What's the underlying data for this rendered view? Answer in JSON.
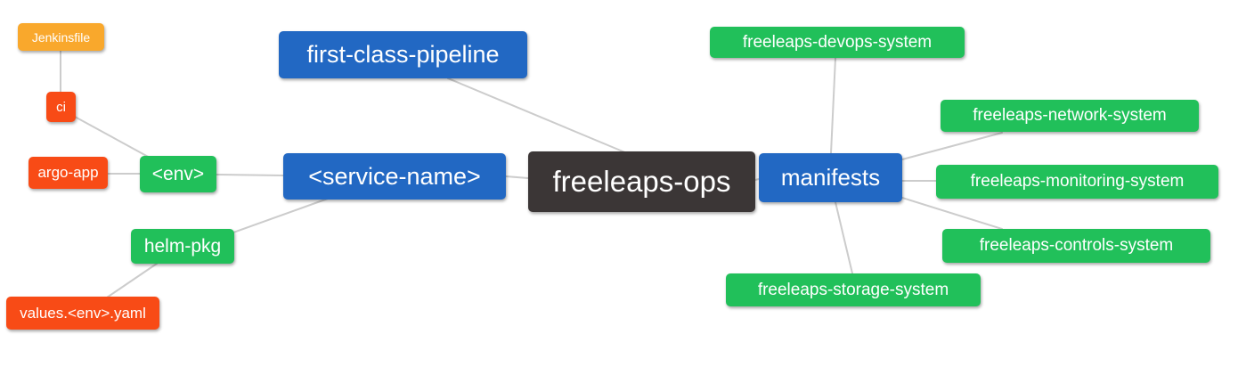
{
  "diagram": {
    "type": "mindmap",
    "root_label": "freeleaps-ops",
    "colors": {
      "blue": "#2268c3",
      "green": "#21c05a",
      "red": "#f84b16",
      "amber": "#f9a82c",
      "dark": "#3b3636",
      "edge": "#cccccc",
      "node_text": "#ffffff",
      "background": "#ffffff"
    },
    "nodes": [
      {
        "id": "jenkinsfile",
        "label": "Jenkinsfile",
        "color": "amber"
      },
      {
        "id": "ci",
        "label": "ci",
        "color": "red"
      },
      {
        "id": "argo-app",
        "label": "argo-app",
        "color": "red"
      },
      {
        "id": "env",
        "label": "<env>",
        "color": "green"
      },
      {
        "id": "helm-pkg",
        "label": "helm-pkg",
        "color": "green"
      },
      {
        "id": "values-env-yaml",
        "label": "values.<env>.yaml",
        "color": "red"
      },
      {
        "id": "first-class-pipeline",
        "label": "first-class-pipeline",
        "color": "blue"
      },
      {
        "id": "service-name",
        "label": "<service-name>",
        "color": "blue"
      },
      {
        "id": "freeleaps-ops",
        "label": "freeleaps-ops",
        "color": "dark"
      },
      {
        "id": "manifests",
        "label": "manifests",
        "color": "blue"
      },
      {
        "id": "devops-system",
        "label": "freeleaps-devops-system",
        "color": "green"
      },
      {
        "id": "network-system",
        "label": "freeleaps-network-system",
        "color": "green"
      },
      {
        "id": "monitoring-system",
        "label": "freeleaps-monitoring-system",
        "color": "green"
      },
      {
        "id": "controls-system",
        "label": "freeleaps-controls-system",
        "color": "green"
      },
      {
        "id": "storage-system",
        "label": "freeleaps-storage-system",
        "color": "green"
      }
    ],
    "edges": [
      {
        "from": "jenkinsfile",
        "to": "ci"
      },
      {
        "from": "ci",
        "to": "env"
      },
      {
        "from": "argo-app",
        "to": "env"
      },
      {
        "from": "env",
        "to": "service-name"
      },
      {
        "from": "helm-pkg",
        "to": "service-name"
      },
      {
        "from": "helm-pkg",
        "to": "values-env-yaml"
      },
      {
        "from": "first-class-pipeline",
        "to": "freeleaps-ops"
      },
      {
        "from": "service-name",
        "to": "freeleaps-ops"
      },
      {
        "from": "freeleaps-ops",
        "to": "manifests"
      },
      {
        "from": "manifests",
        "to": "devops-system"
      },
      {
        "from": "manifests",
        "to": "network-system"
      },
      {
        "from": "manifests",
        "to": "monitoring-system"
      },
      {
        "from": "manifests",
        "to": "controls-system"
      },
      {
        "from": "manifests",
        "to": "storage-system"
      }
    ]
  }
}
